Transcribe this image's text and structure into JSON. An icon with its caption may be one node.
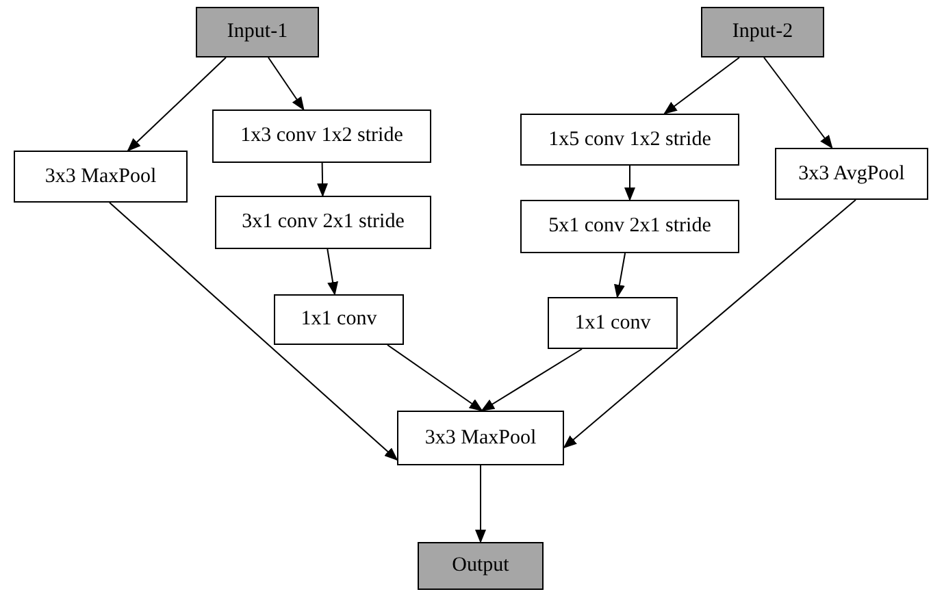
{
  "diagram": {
    "nodes": [
      {
        "text": [
          "Input-1"
        ]
      },
      {
        "text": [
          "Input-2"
        ]
      },
      {
        "text": [
          "3x3 MaxPool"
        ]
      },
      {
        "text": [
          "1x3 conv 1x2 stride"
        ]
      },
      {
        "text": [
          "1x5 conv 1x2 stride"
        ]
      },
      {
        "text": [
          "3x3 AvgPool"
        ]
      },
      {
        "text": [
          "3x1 conv 2x1 stride"
        ]
      },
      {
        "text": [
          "5x1 conv 2x1 stride"
        ]
      },
      {
        "text": [
          "1x1 conv"
        ]
      },
      {
        "text": [
          "1x1 conv"
        ]
      },
      {
        "text": [
          "3x3 MaxPool"
        ]
      },
      {
        "text": [
          "Output"
        ]
      }
    ],
    "edges": [
      {
        "from": 0,
        "to": 2,
        "arrow": "to"
      },
      {
        "from": 0,
        "to": 3,
        "arrow": "to"
      },
      {
        "from": 3,
        "to": 6,
        "arrow": "to"
      },
      {
        "from": 6,
        "to": 8,
        "arrow": "to"
      },
      {
        "from": 1,
        "to": 4,
        "arrow": "to"
      },
      {
        "from": 1,
        "to": 5,
        "arrow": "to"
      },
      {
        "from": 4,
        "to": 7,
        "arrow": "to"
      },
      {
        "from": 7,
        "to": 9,
        "arrow": "to"
      },
      {
        "from": 2,
        "to": 10,
        "arrow": "to"
      },
      {
        "from": 8,
        "to": 10,
        "arrow": "to"
      },
      {
        "from": 9,
        "to": 10,
        "arrow": "to"
      },
      {
        "from": 5,
        "to": 10,
        "arrow": "to"
      },
      {
        "from": 10,
        "to": 11,
        "arrow": "to"
      }
    ]
  }
}
